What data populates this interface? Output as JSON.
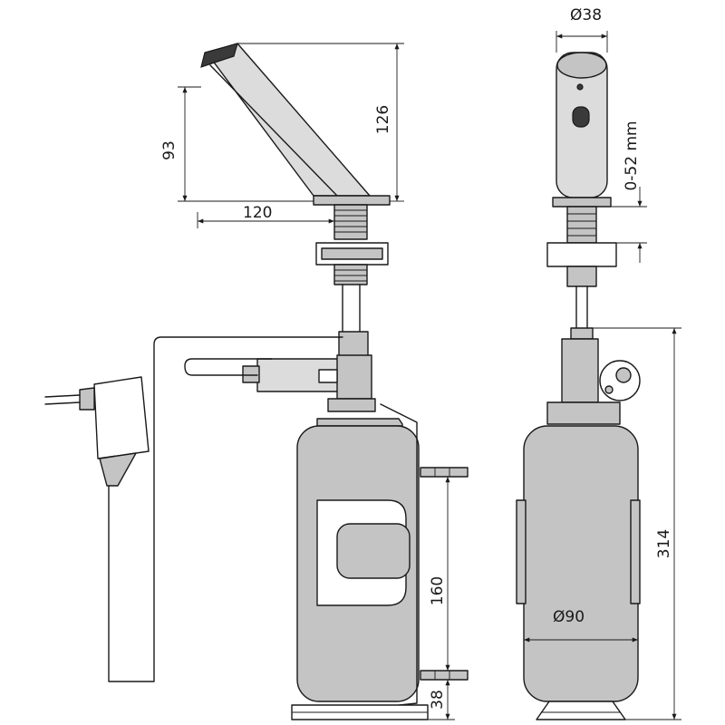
{
  "dimensions": {
    "spout_diameter": "Ø38",
    "spout_height": "126",
    "outlet_height": "93",
    "projection": "120",
    "clamp_range": "0-52 mm",
    "mount_spacing": "160",
    "bottom_offset": "38",
    "tank_diameter": "Ø90",
    "total_height": "314"
  }
}
